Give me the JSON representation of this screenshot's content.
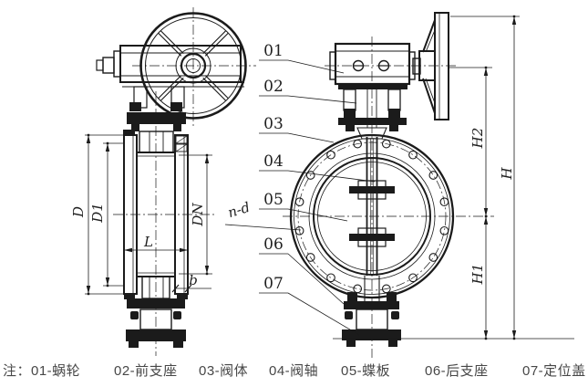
{
  "callouts": [
    {
      "label": "01"
    },
    {
      "label": "02"
    },
    {
      "label": "03"
    },
    {
      "label": "04"
    },
    {
      "label": "05"
    },
    {
      "label": "06"
    },
    {
      "label": "07"
    }
  ],
  "dimensions": {
    "D": "D",
    "D1": "D1",
    "DN": "DN",
    "L": "L",
    "b": "b",
    "n_d": "n-d",
    "H": "H",
    "H1": "H1",
    "H2": "H2"
  },
  "legend": {
    "items": [
      {
        "text": "注：01-蜗轮"
      },
      {
        "text": "02-前支座"
      },
      {
        "text": "03-阀体"
      },
      {
        "text": "04-阀轴"
      },
      {
        "text": "05-蝶板"
      },
      {
        "text": "06-后支座"
      },
      {
        "text": "07-定位盖"
      }
    ]
  },
  "colors": {
    "line": "#1b1b1b",
    "label": "#1f1f1f",
    "legend_text": "#474747"
  }
}
